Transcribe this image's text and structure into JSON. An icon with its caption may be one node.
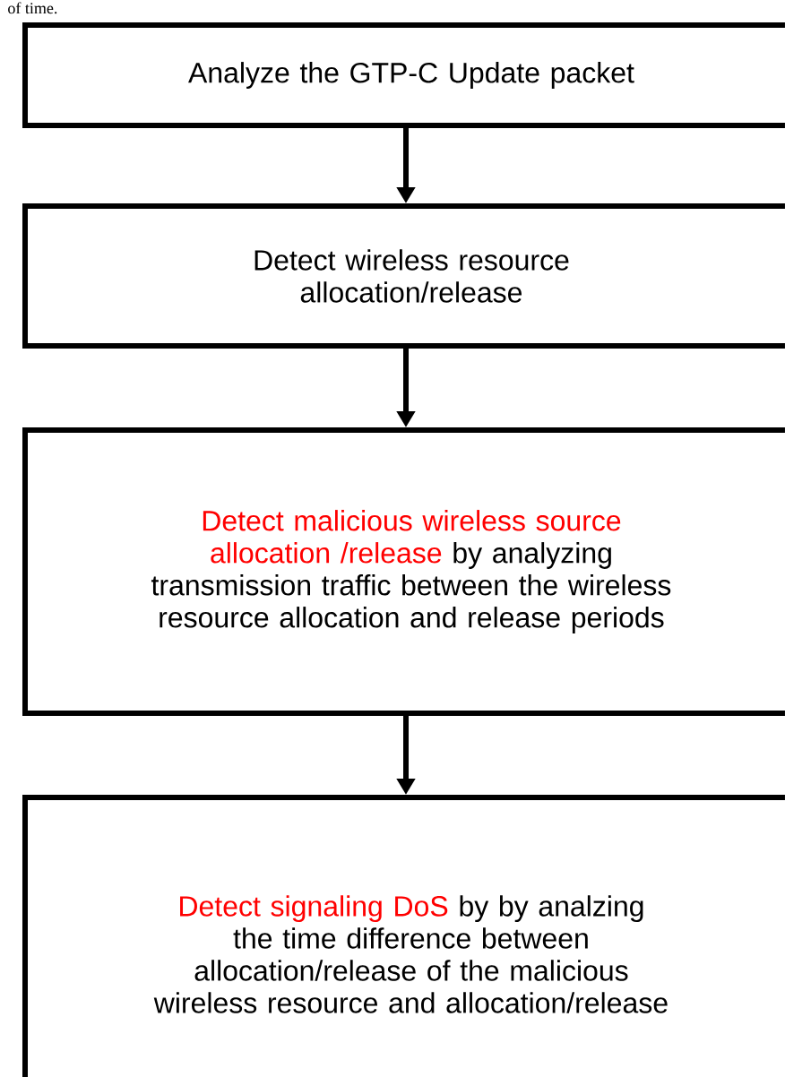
{
  "diagram": {
    "nodes": [
      {
        "text": [
          "Analyze the GTP-C Update packet"
        ]
      },
      {
        "text": [
          "Detect wireless resource allocation/release"
        ]
      },
      {
        "text": [
          "Detect malicious wireless source allocation /release",
          "by analyzing transmission traffic between the wireless resource allocation and release periods"
        ]
      },
      {
        "text": [
          "Detect signaling DoS",
          "by by analzing the time difference between allocation/release of the malicious wireless resource and allocation/release"
        ]
      }
    ],
    "edges": [
      {
        "from": 0,
        "to": 1,
        "arrow": "to"
      },
      {
        "from": 1,
        "to": 2,
        "arrow": "to"
      },
      {
        "from": 2,
        "to": 3,
        "arrow": "to"
      }
    ],
    "labels": [
      "of time."
    ]
  }
}
